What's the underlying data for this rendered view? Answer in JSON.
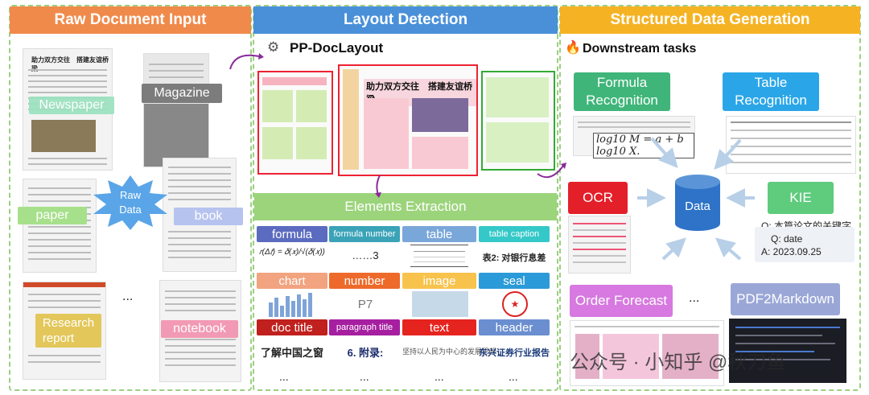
{
  "panels": {
    "left": {
      "title": "Raw Document Input",
      "color": "#f08a4b"
    },
    "middle": {
      "title": "Layout Detection",
      "color": "#4a90d9"
    },
    "right": {
      "title": "Structured Data Generation",
      "color": "#f5b324"
    }
  },
  "raw_input": {
    "center": "Raw\nData",
    "labels": [
      "Newspaper",
      "Magazine",
      "paper",
      "book",
      "Research\nreport",
      "notebook"
    ],
    "ellipsis": "...",
    "doc_headlines": [
      "助力双方交往　搭建友谊桥梁"
    ]
  },
  "layout": {
    "model_name": "PP-DocLayout",
    "headline": "助力双方交往　搭建友谊桥梁",
    "extraction_title": "Elements Extraction",
    "elements": [
      {
        "label": "formula",
        "color": "#5b6bbf",
        "example": "formula_expr"
      },
      {
        "label": "formula number",
        "color": "#3ba3b8",
        "example": "……3"
      },
      {
        "label": "table",
        "color": "#7aa7d9",
        "example": "table"
      },
      {
        "label": "table caption",
        "color": "#35c8c8",
        "example": "表2: 对银行息差"
      },
      {
        "label": "chart",
        "color": "#f2a37f",
        "example": "chart"
      },
      {
        "label": "number",
        "color": "#ee6a2a",
        "example": "P7"
      },
      {
        "label": "image",
        "color": "#f7c34d",
        "example": "image"
      },
      {
        "label": "seal",
        "color": "#2b9ad8",
        "example": "seal"
      },
      {
        "label": "doc title",
        "color": "#c0201e",
        "example": "了解中国之窗"
      },
      {
        "label": "paragraph title",
        "color": "#a51fa0",
        "example": "6. 附录:"
      },
      {
        "label": "text",
        "color": "#e6241f",
        "example": "坚持以人民为中心的发展思想"
      },
      {
        "label": "header",
        "color": "#6a8ed0",
        "example": "东兴证券行业报告"
      }
    ],
    "ellipsis": "..."
  },
  "structured": {
    "downstream_title": "Downstream tasks",
    "tasks": [
      {
        "label": "Formula\nRecognition",
        "color": "#3fb57a"
      },
      {
        "label": "Table\nRecognition",
        "color": "#2aa6e8"
      },
      {
        "label": "OCR",
        "color": "#e3202a"
      },
      {
        "label": "KIE",
        "color": "#5ecb7d"
      },
      {
        "label": "Order Forecast",
        "color": "#d779e0"
      },
      {
        "label": "PDF2Markdown",
        "color": "#9aa7d6"
      }
    ],
    "center": "Data",
    "formula_sample": "log10 M = a + b log10 X.",
    "kie_question": "Q: date",
    "kie_answer": "A: 2023.09.25",
    "kie_partial": "Q: 本篇论文的关键字",
    "ellipsis": "...",
    "watermark": "公众号 · 小知乎 @秋刀鱼"
  }
}
